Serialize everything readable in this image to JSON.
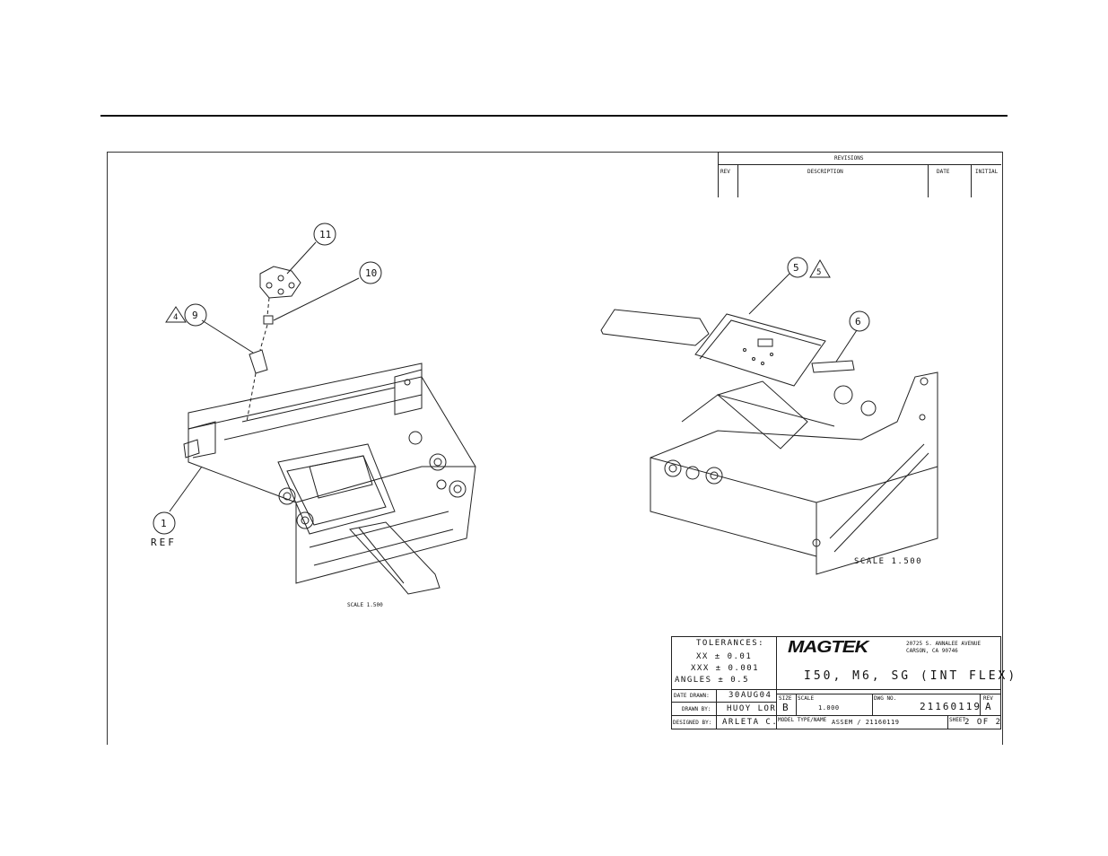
{
  "revisions": {
    "title": "REVISIONS",
    "col_rev": "REV",
    "col_description": "DESCRIPTION",
    "col_date": "DATE",
    "col_initial": "INITIAL"
  },
  "left_view": {
    "callouts": [
      {
        "label": "11"
      },
      {
        "label": "10"
      },
      {
        "label": "9",
        "flag": "4"
      },
      {
        "label": "1",
        "ref": "REF"
      }
    ],
    "scale": "SCALE  1.500"
  },
  "right_view": {
    "callouts": [
      {
        "label": "5",
        "flag": "5"
      },
      {
        "label": "6"
      }
    ],
    "scale": "SCALE  1.500"
  },
  "title_block": {
    "tolerances_title": "TOLERANCES:",
    "tol_xx": "XX ± 0.01",
    "tol_xxx": "XXX ± 0.001",
    "tol_angles": "ANGLES ± 0.5",
    "company_logo": "MAGTEK",
    "address_line1": "20725 S. ANNALEE AVENUE",
    "address_line2": "CARSON, CA 90746",
    "drawing_title": "I50, M6, SG (INT FLEX)",
    "date_drawn_label": "DATE DRAWN:",
    "date_drawn": "30AUG04",
    "drawn_by_label": "DRAWN BY:",
    "drawn_by": "HUOY LOR",
    "designed_by_label": "DESIGNED BY:",
    "designed_by": "ARLETA C.",
    "size_label": "SIZE",
    "size": "B",
    "scale_label": "SCALE",
    "scale": "1.000",
    "dwg_no_label": "DWG NO.",
    "dwg_no": "21160119",
    "rev_label": "REV",
    "rev": "A",
    "model_label": "MODEL TYPE/NAME",
    "model": "ASSEM / 21160119",
    "sheet_label": "SHEET",
    "sheet": "2 OF 2"
  }
}
